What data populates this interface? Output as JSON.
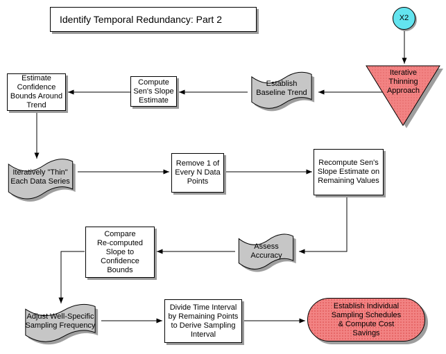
{
  "title": {
    "label": "Identify Temporal Redundancy: Part 2"
  },
  "colors": {
    "background": "#ffffff",
    "wave_fill": "#c6c6c6",
    "rect_fill": "#ffffff",
    "accent_salmon": "#f28383",
    "accent_cyan": "#63e4ef",
    "outline": "#000000",
    "shadow": "#9e9e9e"
  },
  "nodes": {
    "x2": {
      "shape": "circle",
      "color": "#63e4ef",
      "label": [
        "X2"
      ]
    },
    "iterative_thinning_approach": {
      "shape": "inverted-triangle",
      "color": "#f28383",
      "label": [
        "Iterative",
        "Thinning",
        "Approach"
      ]
    },
    "establish_baseline_trend": {
      "shape": "wave",
      "color": "#c6c6c6",
      "label": [
        "Establish",
        "Baseline Trend"
      ]
    },
    "compute_sens_slope_estimate": {
      "shape": "rectangle",
      "color": "#ffffff",
      "label": [
        "Compute",
        "Sen's Slope",
        "Estimate"
      ]
    },
    "estimate_confidence_bounds": {
      "shape": "rectangle",
      "color": "#ffffff",
      "label": [
        "Estimate",
        "Confidence",
        "Bounds Around",
        "Trend"
      ]
    },
    "iteratively_thin_each_series": {
      "shape": "wave",
      "color": "#c6c6c6",
      "label": [
        "Iteratively \"Thin\"",
        "Each Data Series"
      ]
    },
    "remove_1_of_every_n": {
      "shape": "rectangle",
      "color": "#ffffff",
      "label": [
        "Remove 1 of",
        "Every N Data",
        "Points"
      ]
    },
    "recompute_sens_slope": {
      "shape": "rectangle",
      "color": "#ffffff",
      "label": [
        "Recompute Sen's",
        "Slope Estimate on",
        "Remaining Values"
      ]
    },
    "assess_accuracy": {
      "shape": "wave",
      "color": "#c6c6c6",
      "label": [
        "Assess",
        "Accuracy"
      ]
    },
    "compare_recomputed_slope": {
      "shape": "rectangle",
      "color": "#ffffff",
      "label": [
        "Compare",
        "Re-computed",
        "Slope to",
        "Confidence",
        "Bounds"
      ]
    },
    "adjust_well_specific_sampling": {
      "shape": "wave",
      "color": "#c6c6c6",
      "label": [
        "Adjust Well-Specific",
        "Sampling Frequency"
      ]
    },
    "divide_time_interval": {
      "shape": "rectangle",
      "color": "#ffffff",
      "label": [
        "Divide Time Interval",
        "by Remaining Points",
        "to Derive Sampling",
        "Interval"
      ]
    },
    "establish_individual_schedules": {
      "shape": "stadium",
      "color": "#f28383",
      "label": [
        "Establish Individual",
        "Sampling Schedules",
        "& Compute Cost",
        "Savings"
      ]
    }
  },
  "edges": [
    {
      "from": "x2",
      "to": "iterative_thinning_approach"
    },
    {
      "from": "iterative_thinning_approach",
      "to": "establish_baseline_trend"
    },
    {
      "from": "establish_baseline_trend",
      "to": "compute_sens_slope_estimate"
    },
    {
      "from": "compute_sens_slope_estimate",
      "to": "estimate_confidence_bounds"
    },
    {
      "from": "estimate_confidence_bounds",
      "to": "iteratively_thin_each_series"
    },
    {
      "from": "iteratively_thin_each_series",
      "to": "remove_1_of_every_n"
    },
    {
      "from": "remove_1_of_every_n",
      "to": "recompute_sens_slope"
    },
    {
      "from": "recompute_sens_slope",
      "to": "assess_accuracy"
    },
    {
      "from": "assess_accuracy",
      "to": "compare_recomputed_slope"
    },
    {
      "from": "compare_recomputed_slope",
      "to": "adjust_well_specific_sampling"
    },
    {
      "from": "adjust_well_specific_sampling",
      "to": "divide_time_interval"
    },
    {
      "from": "divide_time_interval",
      "to": "establish_individual_schedules"
    }
  ]
}
